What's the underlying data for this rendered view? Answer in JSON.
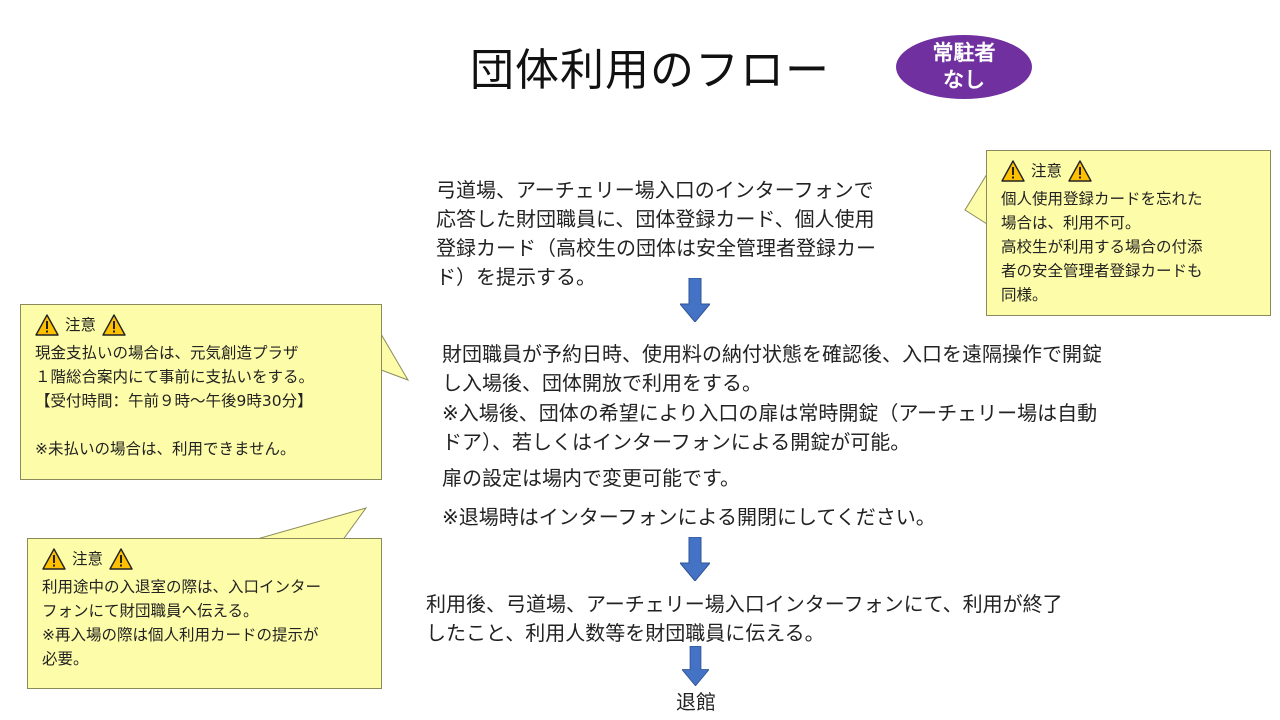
{
  "title": "団体利用のフロー",
  "badge": {
    "line1": "常駐者",
    "line2": "なし"
  },
  "steps": [
    {
      "lines": [
        "弓道場、アーチェリー場入口のインターフォンで",
        "応答した財団職員に、団体登録カード、個人使用",
        "登録カード（高校生の団体は安全管理者登録カー",
        "ド）を提示する。"
      ]
    },
    {
      "lines": [
        "財団職員が予約日時、使用料の納付状態を確認後、入口を遠隔操作で開錠",
        "し入場後、団体開放で利用をする。"
      ]
    },
    {
      "lines": [
        "※入場後、団体の希望により入口の扉は常時開錠（アーチェリー場は自動",
        "ドア）、若しくはインターフォンによる開錠が可能。"
      ]
    },
    {
      "lines": [
        "扉の設定は場内で変更可能です。"
      ]
    },
    {
      "lines": [
        "※退場時はインターフォンによる開閉にしてください。"
      ]
    },
    {
      "lines": [
        "利用後、弓道場、アーチェリー場入口インターフォンにて、利用が終了",
        "したこと、利用人数等を財団職員に伝える。"
      ]
    },
    {
      "lines": [
        "退館"
      ]
    }
  ],
  "notes": [
    {
      "heading": "注意",
      "lines": [
        "個人使用登録カードを忘れた",
        "場合は、利用不可。",
        "高校生が利用する場合の付添",
        "者の安全管理者登録カードも",
        "同様。"
      ]
    },
    {
      "heading": "注意",
      "lines": [
        "現金支払いの場合は、元気創造プラザ",
        "１階総合案内にて事前に支払いをする。",
        "【受付時間：午前９時～午後9時30分】",
        "",
        "※未払いの場合は、利用できません。"
      ]
    },
    {
      "heading": "注意",
      "lines": [
        "利用途中の入退室の際は、入口インター",
        "フォンにて財団職員へ伝える。",
        "※再入場の際は個人利用カードの提示が",
        "必要。"
      ]
    }
  ],
  "colors": {
    "badge": "#7030a0",
    "arrow": "#4472c4",
    "note_fill": "#fdfca8",
    "warn": "#ffc000"
  },
  "icons": {
    "warning": "warning-triangle-icon",
    "arrow": "arrow-down-icon"
  }
}
